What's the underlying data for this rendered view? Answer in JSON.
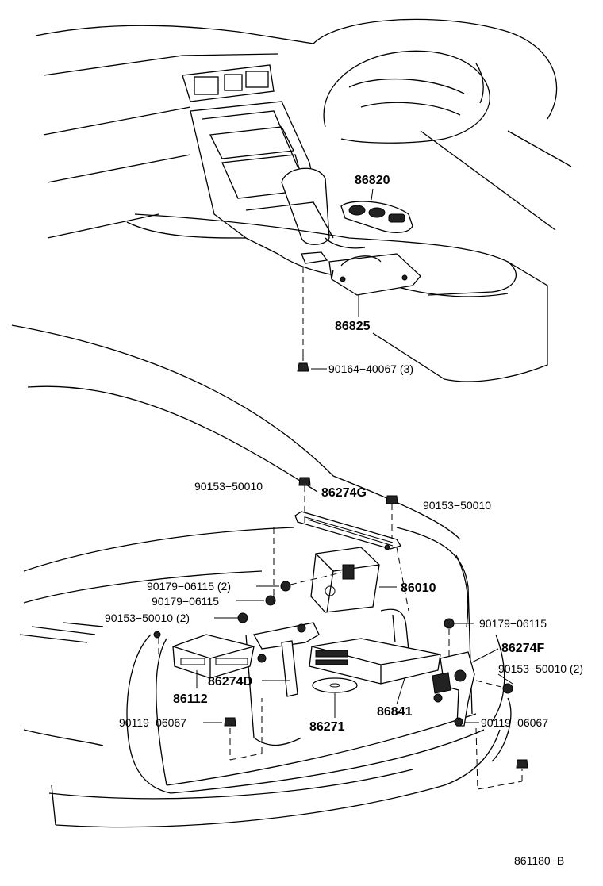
{
  "labels": {
    "p86820": "86820",
    "p86825": "86825",
    "p90164": "90164−40067 (3)",
    "p90153_top_left": "90153−50010",
    "p86274G": "86274G",
    "p90153_top_right": "90153−50010",
    "p90179_2": "90179−06115 (2)",
    "p90179_a": "90179−06115",
    "p86010": "86010",
    "p90153_2": "90153−50010 (2)",
    "p90179_b": "90179−06115",
    "p86274F": "86274F",
    "p90153_2_right": "90153−50010 (2)",
    "p86274D": "86274D",
    "p86112": "86112",
    "p90119_left": "90119−06067",
    "p86271": "86271",
    "p86841": "86841",
    "p90119_right": "90119−06067",
    "diagram_code": "861180−B"
  }
}
